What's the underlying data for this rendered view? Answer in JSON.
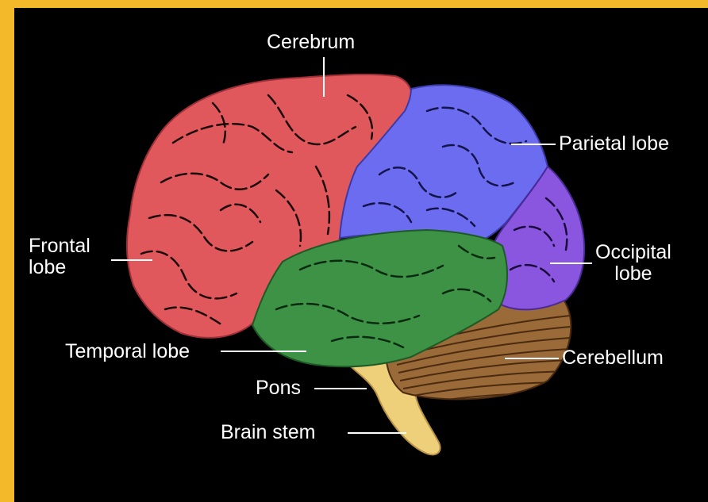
{
  "colors": {
    "frame": "#f4b92a",
    "background": "#000000",
    "frontal_lobe": "#e0585c",
    "parietal_lobe": "#6b6cf0",
    "occipital_lobe": "#8a56e0",
    "temporal_lobe": "#3d9246",
    "cerebellum": "#9a6a38",
    "brain_stem": "#eed07a",
    "label_text": "#ffffff"
  },
  "labels": {
    "cerebrum": "Cerebrum",
    "parietal_lobe": "Parietal lobe",
    "frontal_lobe_line1": "Frontal",
    "frontal_lobe_line2": "lobe",
    "occipital_lobe_line1": "Occipital",
    "occipital_lobe_line2": "lobe",
    "temporal_lobe": "Temporal lobe",
    "cerebellum": "Cerebellum",
    "pons": "Pons",
    "brain_stem": "Brain stem"
  }
}
